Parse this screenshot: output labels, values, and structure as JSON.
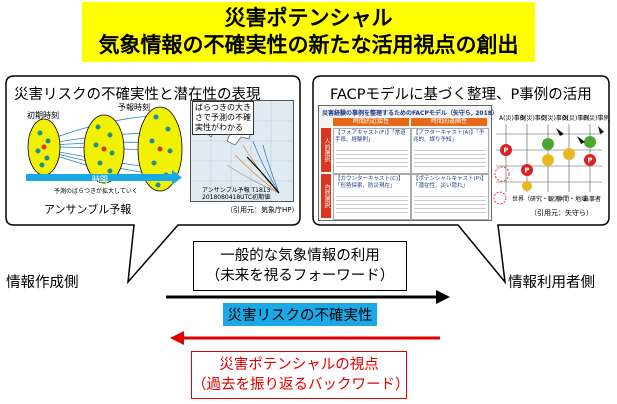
{
  "title": {
    "line1": "災害ポテンシャル",
    "line2": "気象情報の不確実性の新たな活用視点の創出"
  },
  "left_bubble": {
    "heading": "災害リスクの不確実性と潜在性の表現",
    "initial_label": "初期時刻",
    "forecast_label": "予報時刻",
    "time_label": "時間",
    "spread_label": "予測のばらつきが拡大していく",
    "ensemble_label": "アンサンブル予報",
    "note_box": "ばらつきの大きさで予測の不確実性がわかる",
    "map_caption_1": "アンサンブル予報 T1813",
    "map_caption_2": "2018080418UTC初期値",
    "source": "（引用元：気象庁HP）"
  },
  "right_bubble": {
    "heading": "FACPモデルに基づく整理、P事例の活用",
    "table_title": "災害経験の事例を整理するためのFACPモデル（矢守ら, 2018）",
    "col1_header": "時間的近接性",
    "col2_header": "時間的遠隔性",
    "row1_label": "人的選択",
    "row2_label": "自然選択",
    "cell_a": "【フォアキャスト(F)】「常道手段、経験則」",
    "cell_b": "【アフターキャスト(A)】「予兆的、誤り予知」",
    "cell_c": "【カウンターキャスト(C)】「形勢探索、防災現在」",
    "cell_d": "【ポテンシャルキャスト(P)】「潜在性、災い隠れ」",
    "case_headers": [
      "A(災)事例",
      "B(災)事例",
      "C(災)事例",
      "D(災)事例",
      "E(災)事例"
    ],
    "axis_label": "世界（研究・観測）",
    "axis_label_2": "仲間・地域",
    "axis_label_3": "当事者",
    "source": "（引用元：矢守ら）"
  },
  "side_labels": {
    "creator": "情報作成側",
    "user": "情報利用者側"
  },
  "center_box": {
    "line1": "一般的な気象情報の利用",
    "line2": "（未来を視るフォーワード）"
  },
  "blue_box": {
    "label": "災害リスクの不確実性"
  },
  "red_box": {
    "line1": "災害ポテンシャルの視点",
    "line2": "（過去を振り返るバックワード）"
  },
  "colors": {
    "title_bg": "#ffff00",
    "blue_box": "#19a9e6",
    "red_arrow": "#e00000",
    "black_arrow": "#000000",
    "ellipse_fill": "#f2f200",
    "dot_teal": "#1f8f9a"
  }
}
